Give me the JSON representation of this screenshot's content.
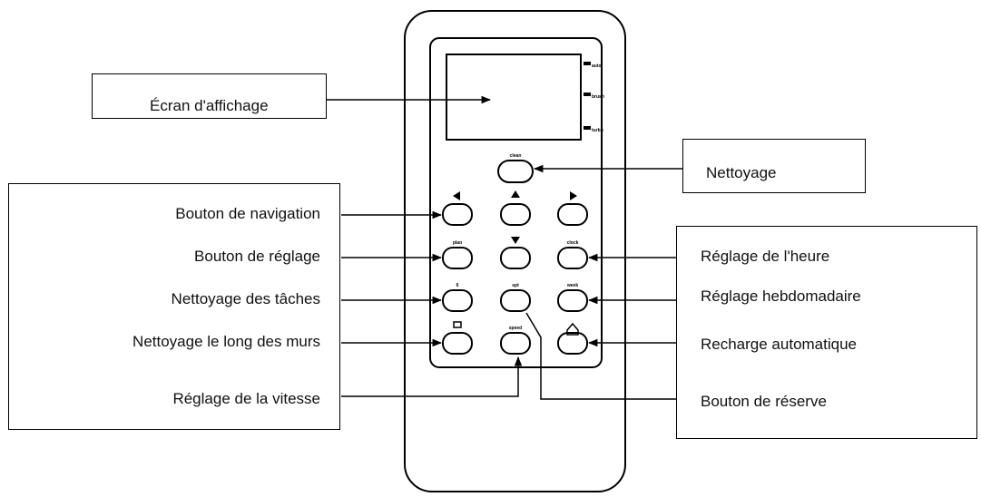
{
  "labels": {
    "display": "Écran d'affichage",
    "cleaning": "Nettoyage",
    "navigation": "Bouton de navigation",
    "setting": "Bouton de réglage",
    "spot": "Nettoyage des tâches",
    "wall": "Nettoyage le long des murs",
    "speed": "Réglage de la vitesse",
    "clock": "Réglage de l'heure",
    "weekly": "Réglage hebdomadaire",
    "recharge": "Recharge automatique",
    "reserve": "Bouton de réserve"
  },
  "remote": {
    "button_tags": {
      "clean": "clean",
      "plan": "plan",
      "clock": "clock",
      "spot_icon": "6",
      "spot2": "spt",
      "week": "week",
      "speed": "speed"
    },
    "screen_tags": [
      "auto",
      "brush",
      "turbo"
    ]
  }
}
